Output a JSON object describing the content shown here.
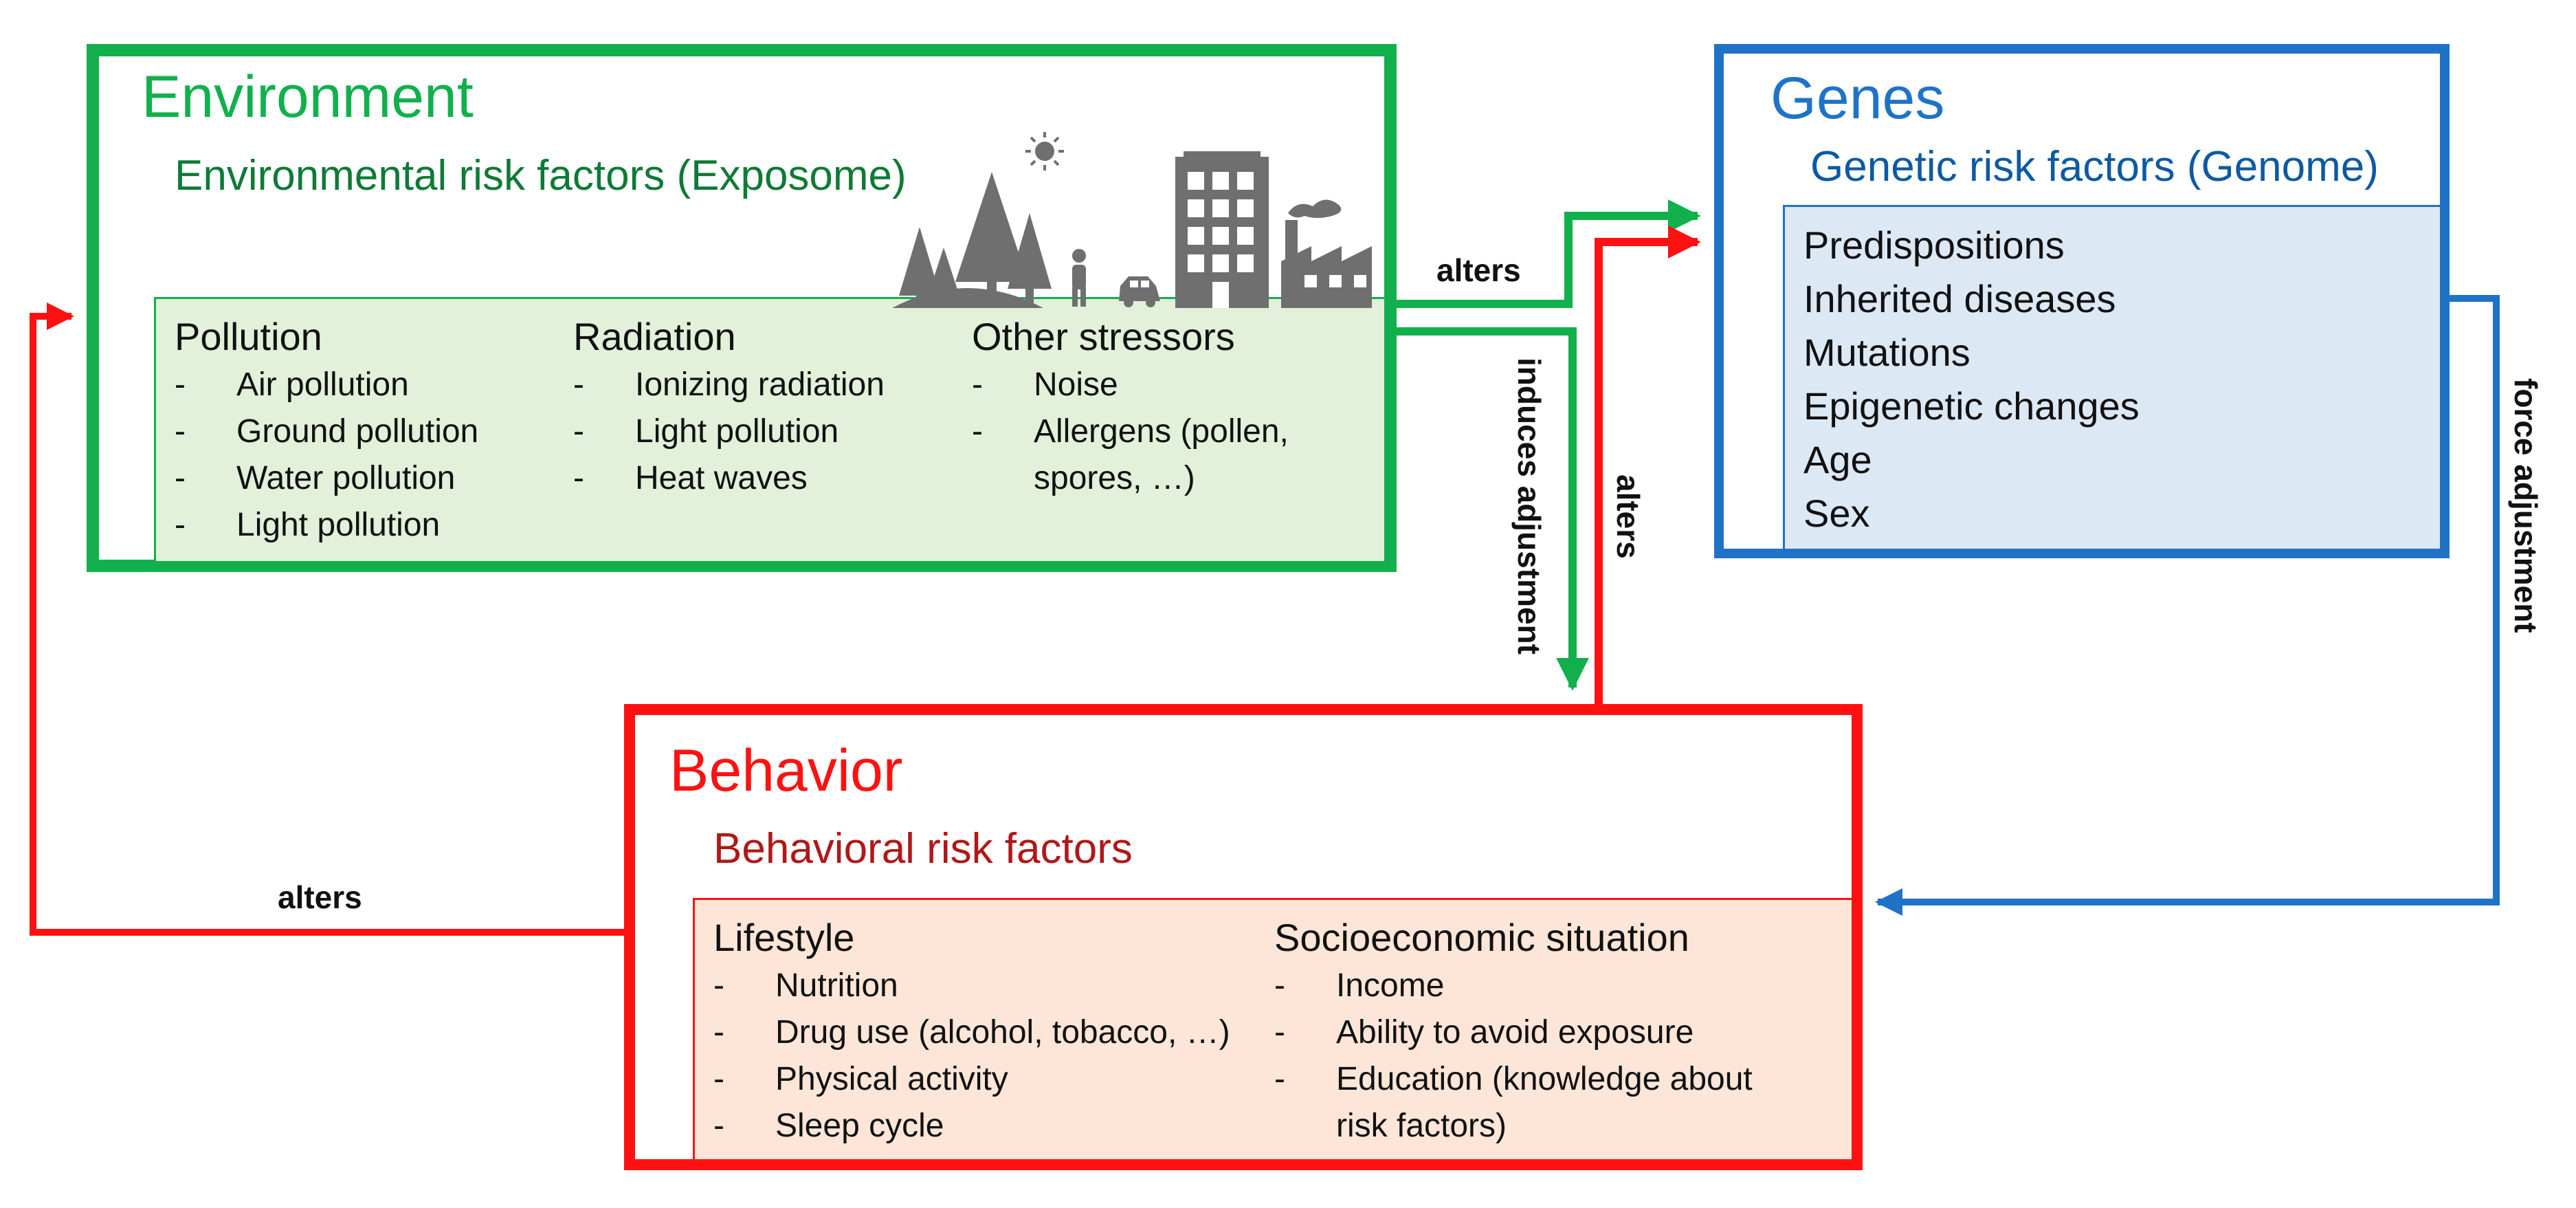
{
  "colors": {
    "environment": "#12b04c",
    "genes": "#1f73c7",
    "behavior": "#ff1111",
    "environment_fill": "#e3f0da",
    "genes_fill": "#dde8f5",
    "behavior_fill": "#fde6d8"
  },
  "environment": {
    "title": "Environment",
    "subtitle": "Environmental risk factors (Exposome)",
    "columns": [
      {
        "heading": "Pollution",
        "items": [
          "Air pollution",
          "Ground pollution",
          "Water pollution",
          "Light pollution"
        ]
      },
      {
        "heading": "Radiation",
        "items": [
          "Ionizing radiation",
          "Light pollution",
          "Heat waves"
        ]
      },
      {
        "heading": "Other stressors",
        "items": [
          "Noise",
          "Allergens (pollen,",
          "spores, …)"
        ]
      }
    ],
    "illustration_icons": [
      "trees-icon",
      "sun-icon",
      "person-icon",
      "car-icon",
      "building-icon",
      "factory-icon"
    ]
  },
  "genes": {
    "title": "Genes",
    "subtitle": "Genetic risk factors (Genome)",
    "items": [
      "Predispositions",
      "Inherited diseases",
      "Mutations",
      "Epigenetic changes",
      "Age",
      "Sex"
    ]
  },
  "behavior": {
    "title": "Behavior",
    "subtitle": "Behavioral risk factors",
    "columns": [
      {
        "heading": "Lifestyle",
        "items": [
          "Nutrition",
          "Drug use (alcohol, tobacco, …)",
          "Physical activity",
          "Sleep cycle"
        ]
      },
      {
        "heading": "Socioeconomic situation",
        "items": [
          "Income",
          "Ability to avoid exposure",
          "Education (knowledge about",
          "risk factors)"
        ]
      }
    ]
  },
  "connectors": {
    "env_to_genes": "alters",
    "env_to_behavior": "induces adjustment",
    "behavior_to_genes": "alters",
    "genes_to_behavior": "force adjustment",
    "behavior_to_env": "alters"
  },
  "list_dash": "-"
}
